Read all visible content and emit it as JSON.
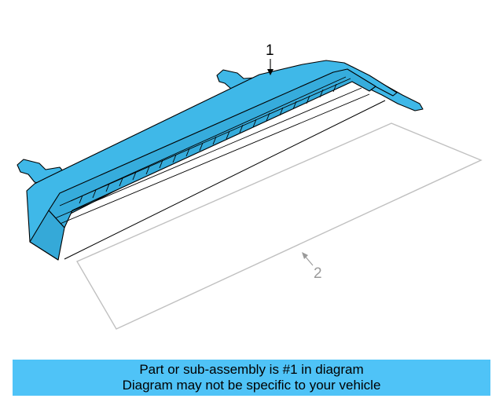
{
  "diagram": {
    "callouts": [
      {
        "label": "1",
        "part": "part-1",
        "color": "#000000"
      },
      {
        "label": "2",
        "part": "part-2",
        "color": "#9a9a9a"
      }
    ],
    "colors": {
      "highlight_fill": "#3fb8e8",
      "highlight_stroke": "#000000",
      "reference_stroke": "#c0c0c0"
    }
  },
  "caption": {
    "line1": "Part or sub-assembly is #1 in diagram",
    "line2": "Diagram may not be specific to your vehicle",
    "background": "#4fc3f7"
  }
}
